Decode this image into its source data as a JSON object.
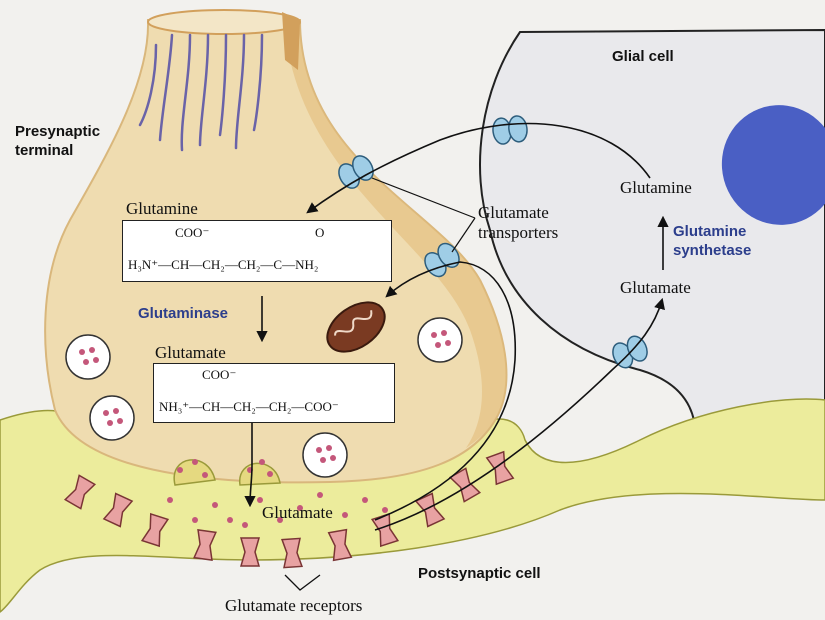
{
  "labels": {
    "presynaptic": [
      "Presynaptic",
      "terminal"
    ],
    "glial": "Glial cell",
    "glutamine_top": "Glutamine",
    "transporters": [
      "Glutamate",
      "transporters"
    ],
    "glial_glutamine": "Glutamine",
    "synthetase": [
      "Glutamine",
      "synthetase"
    ],
    "glial_glutamate": "Glutamate",
    "glutaminase": "Glutaminase",
    "glutamate_mid": "Glutamate",
    "cleft_glutamate": "Glutamate",
    "postsynaptic": "Postsynaptic cell",
    "receptors": "Glutamate receptors"
  },
  "formulas": {
    "glutamine": {
      "coo": "COO⁻",
      "o": "O",
      "chain": "H₃N⁺—CH—CH₂—CH₂—C—NH₂"
    },
    "glutamate": {
      "coo": "COO⁻",
      "chain": "NH₃⁺—CH—CH₂—CH₂—COO⁻"
    }
  },
  "colors": {
    "terminal_fill": "#efdcb0",
    "terminal_edge": "#d9b77c",
    "axon_top": "#d2a05c",
    "glial_fill": "#e9e9ec",
    "nucleus": "#4a5fc4",
    "postsynaptic_fill": "#ecec9c",
    "transporter": "#9fcde6",
    "receptor": "#e8a2a2",
    "mitochondrion": "#7a3a22",
    "vesicle_dot": "#c4577a",
    "label_blue": "#2c3e8c"
  }
}
